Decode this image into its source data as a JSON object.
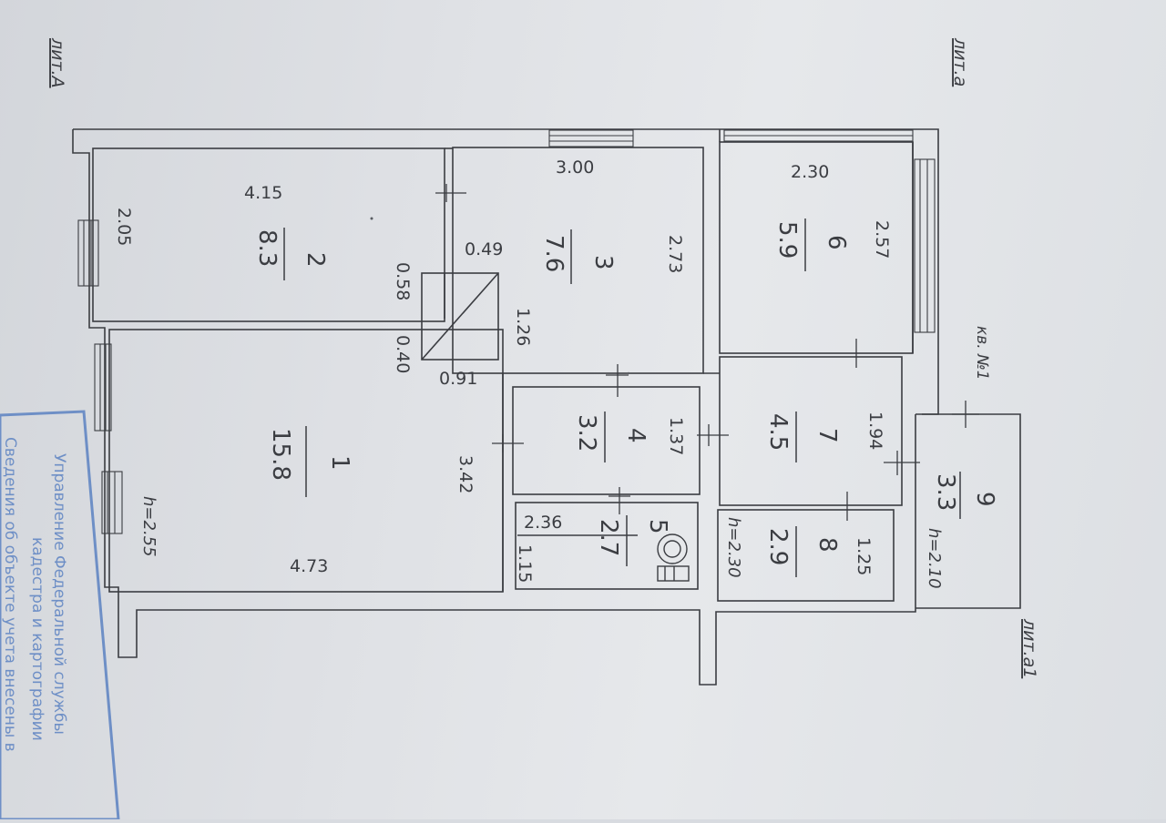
{
  "labels": {
    "lit_A": "лит.А",
    "lit_a": "лит.а",
    "lit_a1": "лит.а1",
    "apartment": "кв. №1"
  },
  "rooms": [
    {
      "id": "1",
      "area": "15.8"
    },
    {
      "id": "2",
      "area": "8.3"
    },
    {
      "id": "3",
      "area": "7.6"
    },
    {
      "id": "4",
      "area": "3.2"
    },
    {
      "id": "5",
      "area": "2.7"
    },
    {
      "id": "6",
      "area": "5.9"
    },
    {
      "id": "7",
      "area": "4.5"
    },
    {
      "id": "8",
      "area": "2.9"
    },
    {
      "id": "9",
      "area": "3.3"
    }
  ],
  "heights": {
    "main": "h=2.55",
    "room8": "h=2.30",
    "room9": "h=2.10"
  },
  "dimensions": {
    "r2_len": "4.15",
    "r2_wid": "2.05",
    "r3_len": "3.00",
    "r3_wid": "2.73",
    "r6_len": "2.30",
    "r6_wid": "2.57",
    "closet_a": "0.49",
    "closet_b": "0.58",
    "closet_c": "0.40",
    "closet_d": "0.91",
    "r3_inner": "1.26",
    "r1_wid": "3.42",
    "r1_len": "4.73",
    "r4_wid": "1.37",
    "r7_wid": "1.94",
    "r5_len": "2.36",
    "r5_wid": "1.15",
    "r8_wid": "1.25"
  },
  "stamp": {
    "lines": [
      "Управление Федеральной службы",
      "кадестра и картографии",
      "Сведения об объекте учета внесены в"
    ]
  },
  "colors": {
    "ink": "#3b3d42",
    "stamp": "#6e8fc6",
    "paper": "#e3e5e8"
  }
}
